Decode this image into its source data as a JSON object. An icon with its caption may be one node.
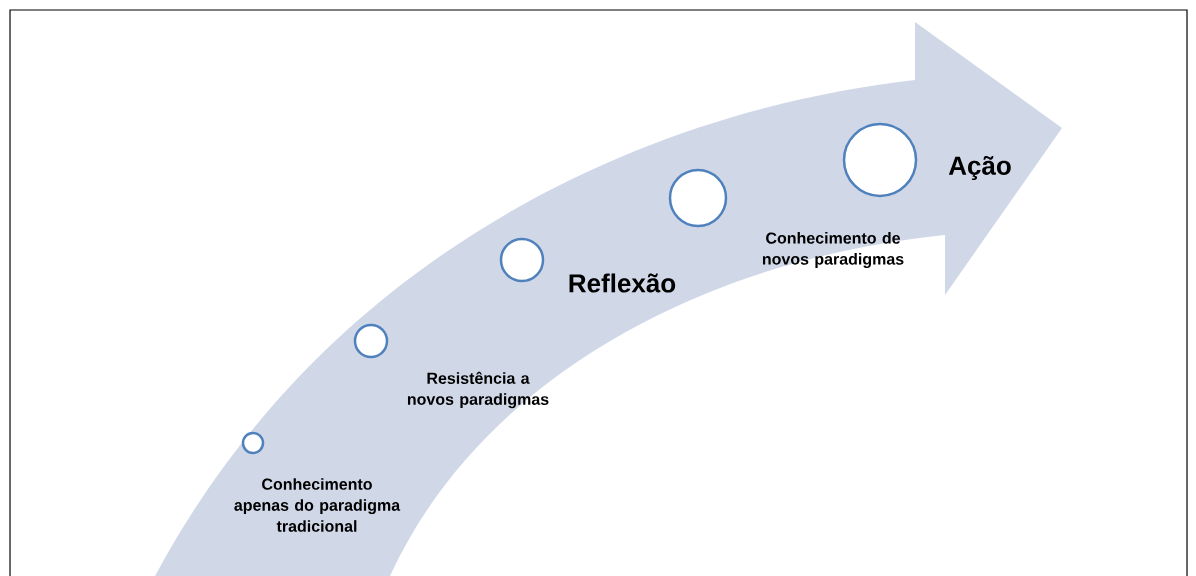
{
  "diagram": {
    "nodes": [
      {
        "text": [],
        "shape": "circle",
        "beside": [
          "Conhecimento apenas do paradigma tradicional"
        ]
      },
      {
        "text": [],
        "shape": "circle",
        "beside": [
          "Resistência a novos paradigmas"
        ]
      },
      {
        "text": [],
        "shape": "circle",
        "beside": [
          "Reflexão"
        ]
      },
      {
        "text": [],
        "shape": "circle",
        "beside": [
          "Conhecimento de novos paradigmas"
        ]
      },
      {
        "text": [],
        "shape": "circle",
        "beside": [
          "Ação"
        ]
      }
    ]
  }
}
